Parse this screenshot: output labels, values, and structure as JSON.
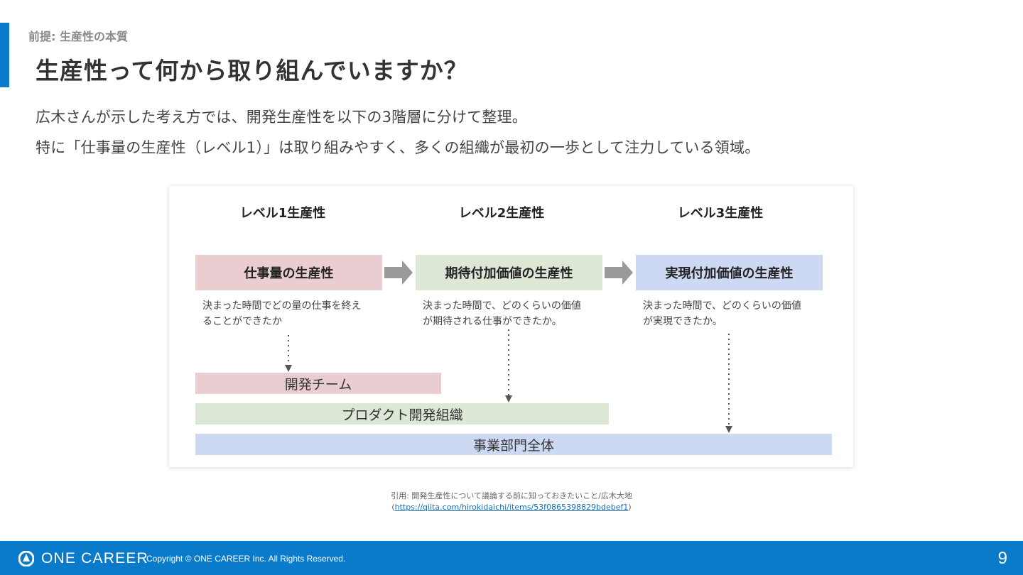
{
  "header": {
    "breadcrumb": "前提: 生産性の本質",
    "title": "生産性って何から取り組んでいますか？"
  },
  "description": {
    "line1": "広木さんが示した考え方では、開発生産性を以下の3階層に分けて整理。",
    "line2": "特に「仕事量の生産性（レベル1）」は取り組みやすく、多くの組織が最初の一歩として注力している領域。"
  },
  "figure": {
    "levels": [
      {
        "heading": "レベル1生産性",
        "box_label": "仕事量の生産性",
        "desc_line1": "決まった時間でどの量の仕事を終え",
        "desc_line2": "ることができたか",
        "color": "#eacdd0"
      },
      {
        "heading": "レベル2生産性",
        "box_label": "期待付加価値の生産性",
        "desc_line1": "決まった時間で、どのくらいの価値",
        "desc_line2": "が期待される仕事ができたか。",
        "color": "#dce8d5"
      },
      {
        "heading": "レベル3生産性",
        "box_label": "実現付加価値の生産性",
        "desc_line1": "決まった時間で、どのくらいの価値",
        "desc_line2": "が実現できたか。",
        "color": "#cdd8f3"
      }
    ],
    "scopes": [
      "開発チーム",
      "プロダクト開発組織",
      "事業部門全体"
    ]
  },
  "citation": {
    "line1": "引用: 開発生産性について議論する前に知っておきたいこと/広木大地",
    "open_paren": "(",
    "url": "https://qiita.com/hirokidaichi/items/53f0865398829bdebef1",
    "close_paren": ")"
  },
  "footer": {
    "logo_text": "ONE CAREER",
    "copyright": "Copyright © ONE CAREER Inc. All Rights Reserved.",
    "page_number": "9"
  },
  "colors": {
    "accent": "#0a7bcb",
    "arrow": "#999999"
  },
  "icons": {
    "logo": "one-career-logo-icon",
    "arrow": "right-arrow-icon"
  }
}
